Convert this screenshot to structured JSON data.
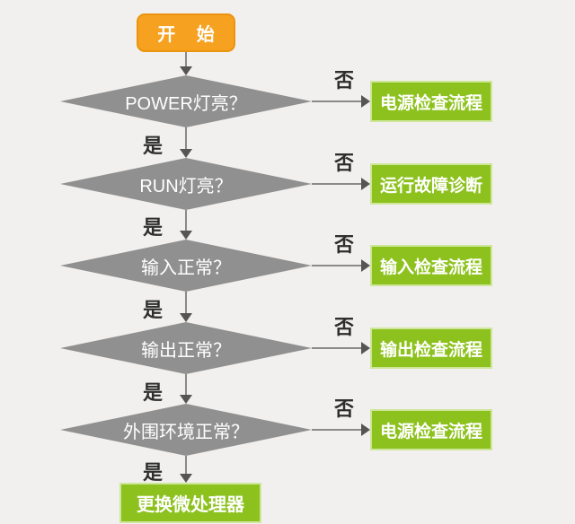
{
  "colors": {
    "background": "#f2f0ee",
    "start_fill": "#f6a120",
    "decision_fill": "#909090",
    "action_fill": "#8dc21e",
    "connector": "#8a8a8a",
    "branch_label_text": "#2e2e2e"
  },
  "flow": {
    "start": {
      "label": "开 始"
    },
    "decisions": [
      {
        "question": "POWER灯亮？",
        "yes_label": "是",
        "no_label": "否",
        "action": "电源检查流程"
      },
      {
        "question": "RUN灯亮？",
        "yes_label": "是",
        "no_label": "否",
        "action": "运行故障诊断"
      },
      {
        "question": "输入正常？",
        "yes_label": "是",
        "no_label": "否",
        "action": "输入检查流程"
      },
      {
        "question": "输出正常？",
        "yes_label": "是",
        "no_label": "否",
        "action": "输出检查流程"
      },
      {
        "question": "外围环境正常？",
        "yes_label": "是",
        "no_label": "否",
        "action": "电源检查流程"
      }
    ],
    "end": {
      "label": "更换微处理器"
    }
  }
}
